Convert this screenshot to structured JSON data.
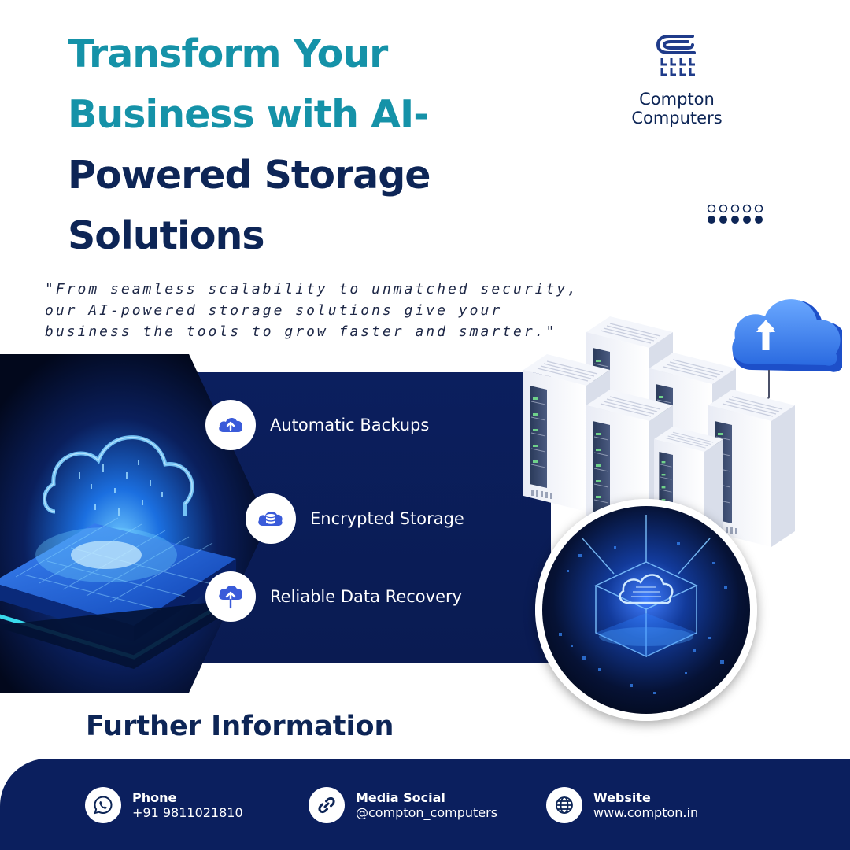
{
  "headline": {
    "lines": [
      "Transform Your",
      "Business with AI-",
      "Powered Storage",
      "Solutions"
    ]
  },
  "brand": {
    "name_line1": "Compton",
    "name_line2": "Computers"
  },
  "quote": {
    "lines": [
      "\"From seamless scalability to unmatched security,",
      "our AI-powered storage solutions give your",
      "business the tools to grow faster and smarter.\""
    ]
  },
  "features": [
    {
      "label": "Automatic Backups",
      "icon": "cloud-upload-icon"
    },
    {
      "label": "Encrypted Storage",
      "icon": "cloud-database-icon"
    },
    {
      "label": "Reliable Data Recovery",
      "icon": "cloud-arrow-icon"
    }
  ],
  "further": {
    "title": "Further Information"
  },
  "contacts": [
    {
      "title": "Phone",
      "value": "+91 9811021810",
      "icon": "whatsapp-icon"
    },
    {
      "title": "Media Social",
      "value": "@compton_computers",
      "icon": "link-icon"
    },
    {
      "title": "Website",
      "value": "www.compton.in",
      "icon": "globe-icon"
    }
  ],
  "colors": {
    "teal": "#1592a8",
    "navy": "#0d2556",
    "panel": "#0b1f5e",
    "accent_blue": "#3a5bd9"
  }
}
